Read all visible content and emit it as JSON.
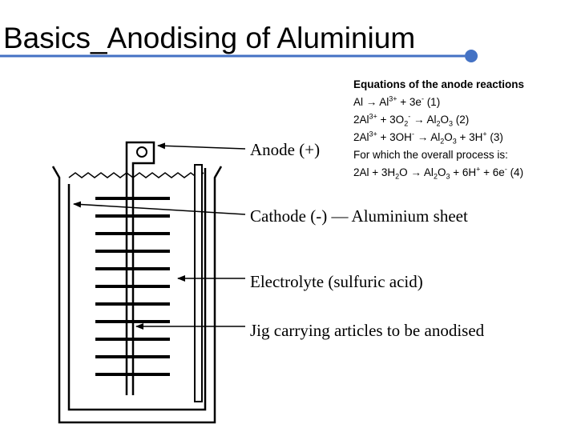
{
  "slide": {
    "title": "Basics_Anodising of Aluminium",
    "accent_color": "#4472C4"
  },
  "diagram": {
    "labels": {
      "anode": "Anode (+)",
      "cathode": "Cathode (-) — Aluminium sheet",
      "electrolyte": "Electrolyte (sulfuric acid)",
      "jig": "Jig carrying articles to be anodised"
    }
  },
  "equations": {
    "heading": "Equations of the anode reactions",
    "eq1": {
      "a": "Al → Al",
      "a_sup": "3+",
      "b": " + 3e",
      "b_sup": "-",
      "c": " (1)"
    },
    "eq2": {
      "a": "2Al",
      "a_sup": "3+",
      "b": " + 3O",
      "b_sub": "2",
      "b_sup": "-",
      "c": " → Al",
      "c_sub": "2",
      "d": "O",
      "d_sub": "3",
      "e": " (2)"
    },
    "eq3": {
      "a": "2Al",
      "a_sup": "3+",
      "b": " + 3OH",
      "b_sup": "-",
      "c": " → Al",
      "c_sub": "2",
      "d": "O",
      "d_sub": "3",
      "e": " + 3H",
      "e_sup": "+",
      "f": " (3)"
    },
    "note": "For which the overall process is:",
    "eq4": {
      "a": "2Al + 3H",
      "a_sub": "2",
      "b": "O → Al",
      "b_sub": "2",
      "c": "O",
      "c_sub": "3",
      "d": " + 6H",
      "d_sup": "+",
      "e": " + 6e",
      "e_sup": "-",
      "f": " (4)"
    }
  }
}
